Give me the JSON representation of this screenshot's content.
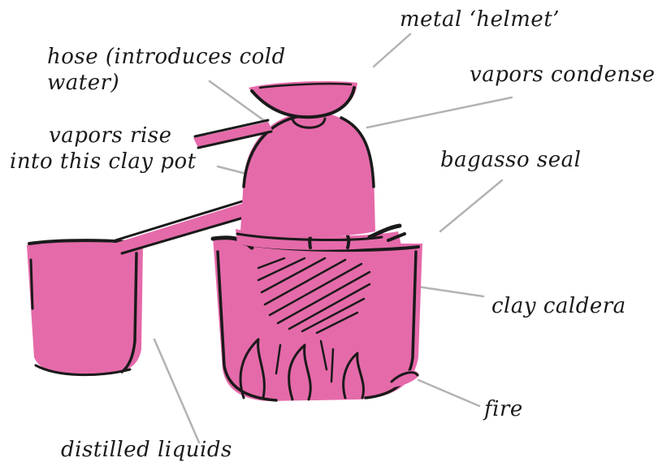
{
  "colors": {
    "accent": "#E56AAA",
    "ink": "#1A1A1A",
    "leader": "#B3B3B3",
    "background": "#FFFFFF"
  },
  "labels": {
    "metal_helmet": "metal ‘helmet’",
    "hose_line1": "hose (introduces cold",
    "hose_line2": "water)",
    "vapors_condense": "vapors condense",
    "vapors_rise_line1": "vapors rise",
    "vapors_rise_line2": "into this clay pot",
    "bagasso_seal": "bagasso seal",
    "clay_caldera": "clay caldera",
    "fire": "fire",
    "distilled_liquids": "distilled liquids"
  }
}
